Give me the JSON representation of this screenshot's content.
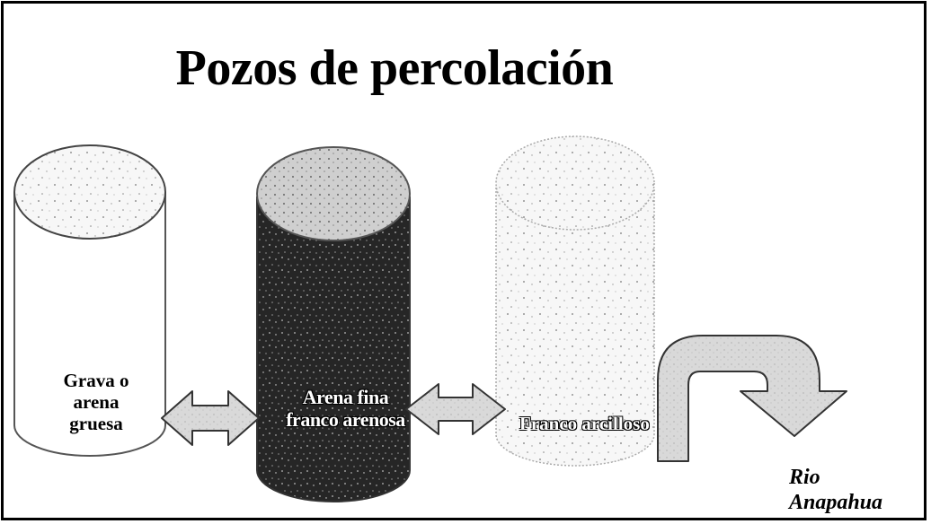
{
  "title": "Pozos de percolación",
  "cylinders": [
    {
      "name": "grava",
      "label": "Grava o arena gruesa",
      "label_lines": [
        "Grava o",
        "arena",
        "gruesa"
      ],
      "fill": "#ffffff"
    },
    {
      "name": "arena",
      "label": "Arena fina franco arenosa",
      "label_lines": [
        "Arena fina",
        "franco arenosa"
      ],
      "fill": "#2b2b2b"
    },
    {
      "name": "franco",
      "label": "Franco arcilloso",
      "label_lines": [
        "Franco arcilloso"
      ],
      "fill": "#f4f4f4"
    }
  ],
  "river": {
    "label_lines": [
      "Rio",
      "Anapahua"
    ]
  },
  "colors": {
    "border": "#000000",
    "arrow_fill": "#d9d9d9"
  }
}
